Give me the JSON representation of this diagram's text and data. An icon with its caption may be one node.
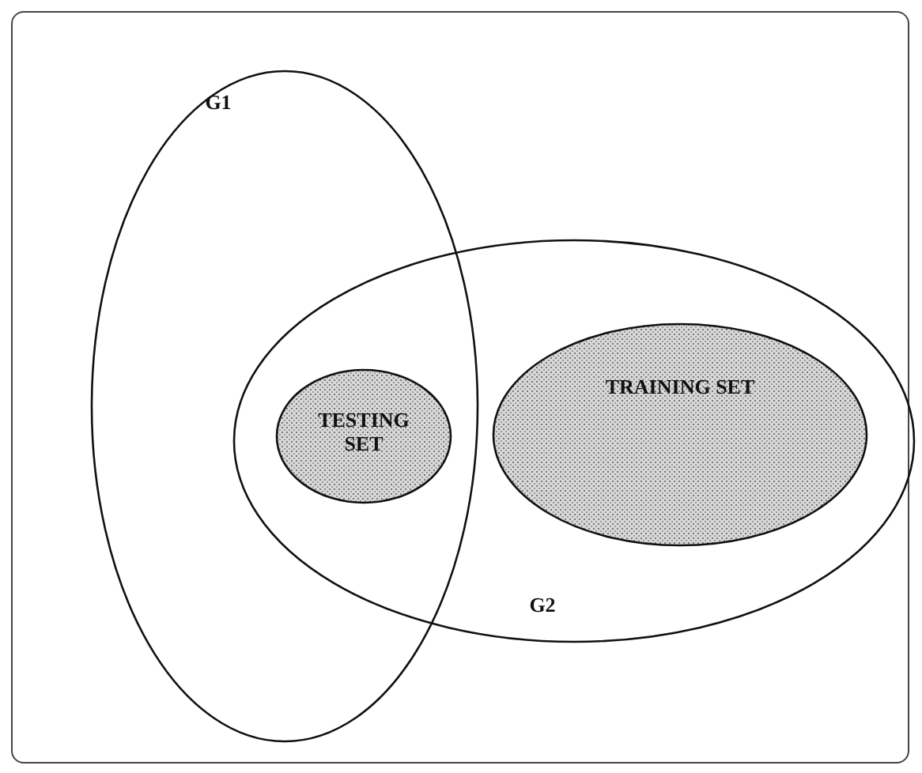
{
  "diagram": {
    "nodes": [
      {
        "text": [
          "G1"
        ]
      },
      {
        "text": [
          "G2"
        ]
      },
      {
        "text": [
          "TESTING SET"
        ]
      },
      {
        "text": [
          "TRAINING SET"
        ],
        "in": 1
      }
    ],
    "edges": []
  }
}
